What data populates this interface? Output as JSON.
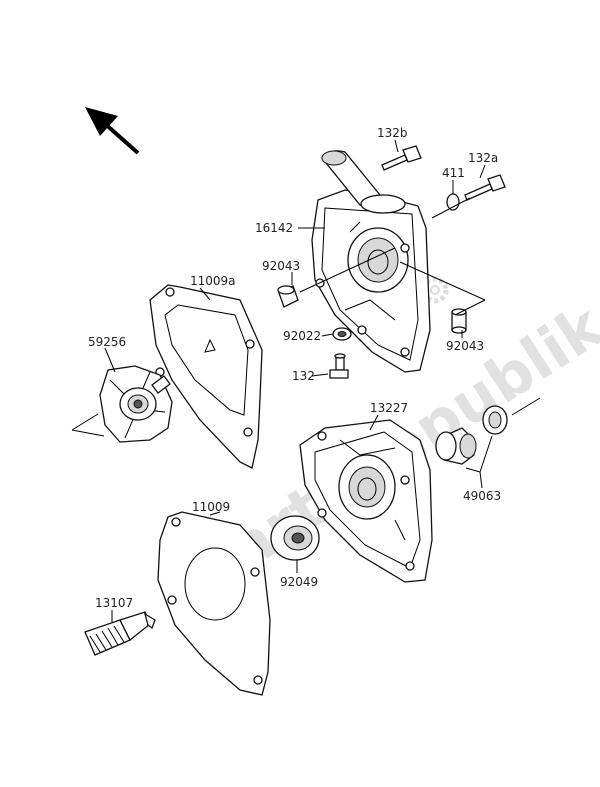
{
  "watermark": "PartsRepublik",
  "labels": {
    "p132b": "132b",
    "p132a": "132a",
    "p411": "411",
    "p16142": "16142",
    "p92043a": "92043",
    "p11009a": "11009a",
    "p92043b": "92043",
    "p92022": "92022",
    "p59256": "59256",
    "p132": "132",
    "p13227": "13227",
    "p49063": "49063",
    "p11009": "11009",
    "p92049": "92049",
    "p13107": "13107"
  }
}
